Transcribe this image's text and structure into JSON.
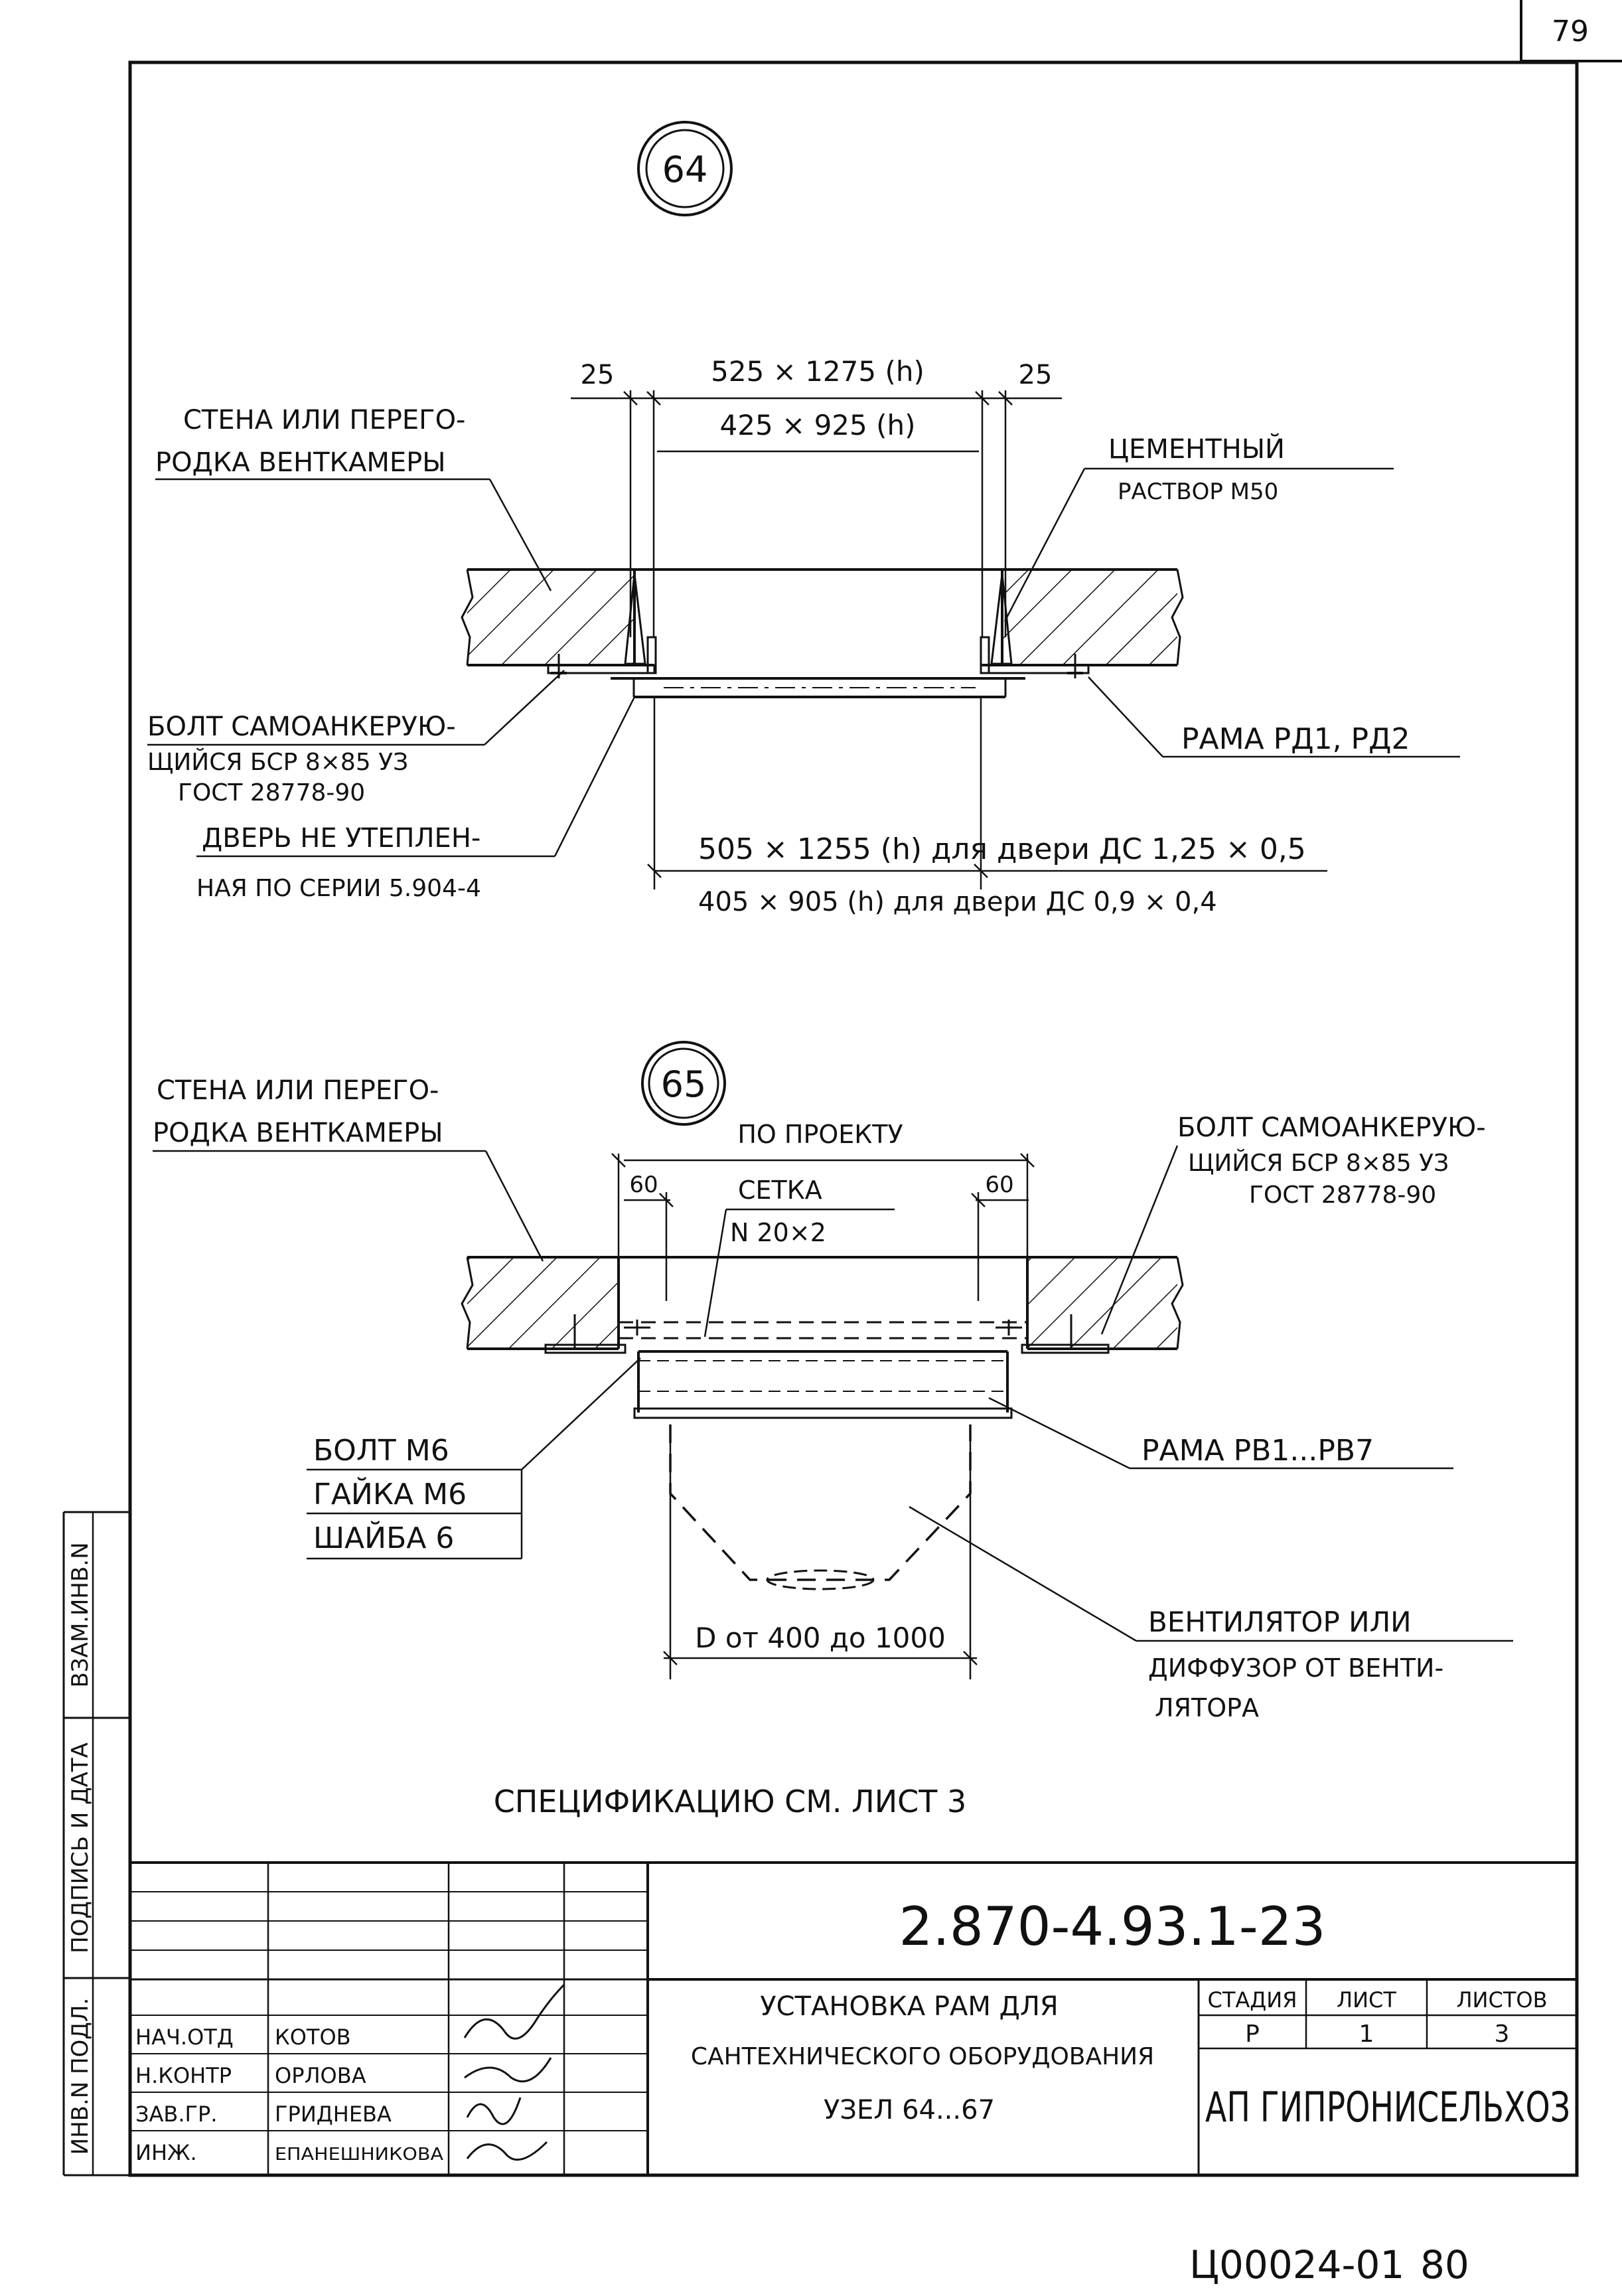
{
  "page": {
    "corner_number": "79",
    "bottom_code": "Ц00024-01",
    "bottom_page": "80"
  },
  "node64": {
    "id": "64",
    "dim_left": "25",
    "dim_right": "25",
    "opening_size_1": "525 × 1275 (h)",
    "opening_size_2": "425 × 925 (h)",
    "wall_label_1": "СТЕНА ИЛИ ПЕРЕГО-",
    "wall_label_2": "РОДКА ВЕНТКАМЕРЫ",
    "mortar_label_1": "ЦЕМЕНТНЫЙ",
    "mortar_label_2": "РАСТВОР М50",
    "bolt_label_1": "БОЛТ САМОАНКЕРУЮ-",
    "bolt_label_2": "ЩИЙСЯ БСР 8×85 УЗ",
    "bolt_label_3": "ГОСТ 28778-90",
    "frame_label": "РАМА РД1, РД2",
    "door_label_1": "ДВЕРЬ НЕ УТЕПЛЕН-",
    "door_label_2": "НАЯ ПО СЕРИИ 5.904-4",
    "door_size_1": "505 × 1255 (h) для двери ДС 1,25 × 0,5",
    "door_size_2": "405 × 905 (h) для двери ДС 0,9 × 0,4"
  },
  "node65": {
    "id": "65",
    "wall_label_1": "СТЕНА ИЛИ ПЕРЕГО-",
    "wall_label_2": "РОДКА ВЕНТКАМЕРЫ",
    "by_project": "ПО ПРОЕКТУ",
    "dim_left": "60",
    "dim_right": "60",
    "mesh_label_1": "СЕТКА",
    "mesh_label_2": "N 20×2",
    "bolt_label_1": "БОЛТ САМОАНКЕРУЮ-",
    "bolt_label_2": "ЩИЙСЯ БСР 8×85 УЗ",
    "bolt_label_3": "ГОСТ 28778-90",
    "frame_label": "РАМА РВ1...РВ7",
    "bolt_m6": "БОЛТ М6",
    "nut_m6": "ГАЙКА М6",
    "washer": "ШАЙБА 6",
    "fan_label_1": "ВЕНТИЛЯТОР ИЛИ",
    "fan_label_2": "ДИФФУЗОР ОТ ВЕНТИ-",
    "fan_label_3": "ЛЯТОРА",
    "diameter": "D от 400 до 1000"
  },
  "spec_note": "СПЕЦИФИКАЦИЮ СМ. ЛИСТ 3",
  "side_stamp": {
    "col1": "ВЗАМ.ИНВ.N",
    "col2": "ПОДПИСЬ И ДАТА",
    "col3": "ИНВ.N ПОДЛ."
  },
  "title_block": {
    "doc_number": "2.870-4.93.1-23",
    "title_1": "УСТАНОВКА РАМ ДЛЯ",
    "title_2": "САНТЕХНИЧЕСКОГО ОБОРУДОВАНИЯ",
    "title_3": "УЗЕЛ 64...67",
    "stage_header": "СТАДИЯ",
    "sheet_header": "ЛИСТ",
    "sheets_header": "ЛИСТОВ",
    "stage": "Р",
    "sheet": "1",
    "sheets": "3",
    "org": "АП ГИПРОНИСЕЛЬХОЗ",
    "people": [
      {
        "role": "НАЧ.ОТД",
        "name": "КОТОВ"
      },
      {
        "role": "Н.КОНТР",
        "name": "ОРЛОВА"
      },
      {
        "role": "ЗАВ.ГР.",
        "name": "ГРИДНЕВА"
      },
      {
        "role": "ИНЖ.",
        "name": "ЕПАНЕШНИКОВА"
      }
    ]
  }
}
